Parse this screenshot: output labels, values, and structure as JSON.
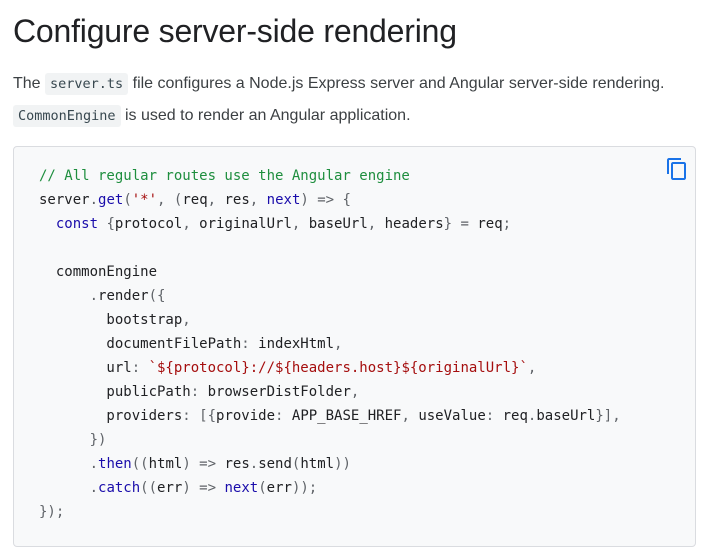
{
  "page_title": "Configure server-side rendering",
  "intro": {
    "part1": "The ",
    "code1": "server.ts",
    "part2": " file configures a Node.js Express server and Angular server-side rendering.",
    "code2": "CommonEngine",
    "part3": " is used to render an Angular application."
  },
  "copy_button": {
    "icon": "copy-icon"
  },
  "colors": {
    "comment": "#1e8e3e",
    "keyword": "#1a0dab",
    "string": "#a50e0e",
    "copy_icon": "#1a73e8"
  },
  "code_lines": [
    [
      {
        "t": "// All regular routes use the Angular engine",
        "k": "comment"
      }
    ],
    [
      {
        "t": "server",
        "k": "plain"
      },
      {
        "t": ".",
        "k": "punc"
      },
      {
        "t": "get",
        "k": "kw"
      },
      {
        "t": "(",
        "k": "punc"
      },
      {
        "t": "'*'",
        "k": "str"
      },
      {
        "t": ", (",
        "k": "punc"
      },
      {
        "t": "req",
        "k": "plain"
      },
      {
        "t": ", ",
        "k": "punc"
      },
      {
        "t": "res",
        "k": "plain"
      },
      {
        "t": ", ",
        "k": "punc"
      },
      {
        "t": "next",
        "k": "kw"
      },
      {
        "t": ") => {",
        "k": "punc"
      }
    ],
    [
      {
        "t": "  ",
        "k": "plain"
      },
      {
        "t": "const",
        "k": "kw"
      },
      {
        "t": " {",
        "k": "punc"
      },
      {
        "t": "protocol",
        "k": "plain"
      },
      {
        "t": ", ",
        "k": "punc"
      },
      {
        "t": "originalUrl",
        "k": "plain"
      },
      {
        "t": ", ",
        "k": "punc"
      },
      {
        "t": "baseUrl",
        "k": "plain"
      },
      {
        "t": ", ",
        "k": "punc"
      },
      {
        "t": "headers",
        "k": "plain"
      },
      {
        "t": "} = ",
        "k": "punc"
      },
      {
        "t": "req",
        "k": "plain"
      },
      {
        "t": ";",
        "k": "punc"
      }
    ],
    [
      {
        "t": " ",
        "k": "plain"
      }
    ],
    [
      {
        "t": "  commonEngine",
        "k": "plain"
      }
    ],
    [
      {
        "t": "      ",
        "k": "plain"
      },
      {
        "t": ".",
        "k": "punc"
      },
      {
        "t": "render",
        "k": "plain"
      },
      {
        "t": "({",
        "k": "punc"
      }
    ],
    [
      {
        "t": "        bootstrap",
        "k": "plain"
      },
      {
        "t": ",",
        "k": "punc"
      }
    ],
    [
      {
        "t": "        documentFilePath",
        "k": "plain"
      },
      {
        "t": ": ",
        "k": "punc"
      },
      {
        "t": "indexHtml",
        "k": "plain"
      },
      {
        "t": ",",
        "k": "punc"
      }
    ],
    [
      {
        "t": "        url",
        "k": "plain"
      },
      {
        "t": ": ",
        "k": "punc"
      },
      {
        "t": "`${protocol}://${headers.host}${originalUrl}`",
        "k": "str"
      },
      {
        "t": ",",
        "k": "punc"
      }
    ],
    [
      {
        "t": "        publicPath",
        "k": "plain"
      },
      {
        "t": ": ",
        "k": "punc"
      },
      {
        "t": "browserDistFolder",
        "k": "plain"
      },
      {
        "t": ",",
        "k": "punc"
      }
    ],
    [
      {
        "t": "        providers",
        "k": "plain"
      },
      {
        "t": ": [{",
        "k": "punc"
      },
      {
        "t": "provide",
        "k": "plain"
      },
      {
        "t": ": ",
        "k": "punc"
      },
      {
        "t": "APP_BASE_HREF",
        "k": "plain"
      },
      {
        "t": ", ",
        "k": "punc"
      },
      {
        "t": "useValue",
        "k": "plain"
      },
      {
        "t": ": ",
        "k": "punc"
      },
      {
        "t": "req",
        "k": "plain"
      },
      {
        "t": ".",
        "k": "punc"
      },
      {
        "t": "baseUrl",
        "k": "plain"
      },
      {
        "t": "}],",
        "k": "punc"
      }
    ],
    [
      {
        "t": "      })",
        "k": "punc"
      }
    ],
    [
      {
        "t": "      ",
        "k": "plain"
      },
      {
        "t": ".",
        "k": "punc"
      },
      {
        "t": "then",
        "k": "kw"
      },
      {
        "t": "((",
        "k": "punc"
      },
      {
        "t": "html",
        "k": "plain"
      },
      {
        "t": ") => ",
        "k": "punc"
      },
      {
        "t": "res",
        "k": "plain"
      },
      {
        "t": ".",
        "k": "punc"
      },
      {
        "t": "send",
        "k": "plain"
      },
      {
        "t": "(",
        "k": "punc"
      },
      {
        "t": "html",
        "k": "plain"
      },
      {
        "t": "))",
        "k": "punc"
      }
    ],
    [
      {
        "t": "      ",
        "k": "plain"
      },
      {
        "t": ".",
        "k": "punc"
      },
      {
        "t": "catch",
        "k": "kw"
      },
      {
        "t": "((",
        "k": "punc"
      },
      {
        "t": "err",
        "k": "plain"
      },
      {
        "t": ") => ",
        "k": "punc"
      },
      {
        "t": "next",
        "k": "kw"
      },
      {
        "t": "(",
        "k": "punc"
      },
      {
        "t": "err",
        "k": "plain"
      },
      {
        "t": "));",
        "k": "punc"
      }
    ],
    [
      {
        "t": "});",
        "k": "punc"
      }
    ]
  ]
}
